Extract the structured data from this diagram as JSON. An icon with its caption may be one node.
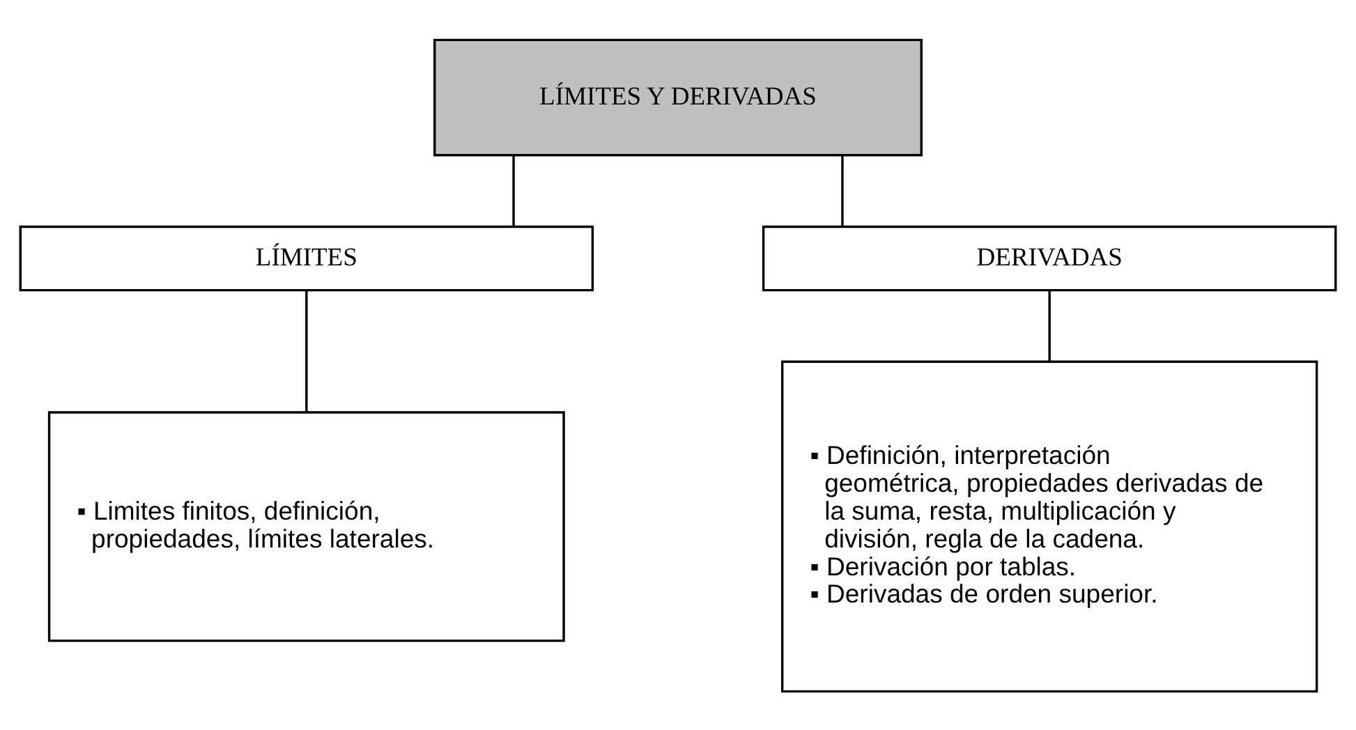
{
  "diagram": {
    "nodes": [
      {
        "text": [
          "LÍMITES Y DERIVADAS"
        ]
      },
      {
        "text": [
          "LÍMITES"
        ]
      },
      {
        "text": [
          "DERIVADAS"
        ]
      },
      {
        "text": [
          "▪ Limites finitos, definición, propiedades, límites laterales."
        ]
      },
      {
        "text": [
          "▪ Definición, interpretación geométrica, propiedades derivadas de la suma, resta, multiplicación y división, regla de la cadena.",
          "▪ Derivación por tablas.",
          "▪ Derivadas de orden superior."
        ]
      }
    ],
    "edges": [
      {
        "from": 0,
        "to": 1,
        "arrow": "none"
      },
      {
        "from": 0,
        "to": 2,
        "arrow": "none"
      },
      {
        "from": 1,
        "to": 3,
        "arrow": "none"
      },
      {
        "from": 2,
        "to": 4,
        "arrow": "none"
      }
    ]
  }
}
